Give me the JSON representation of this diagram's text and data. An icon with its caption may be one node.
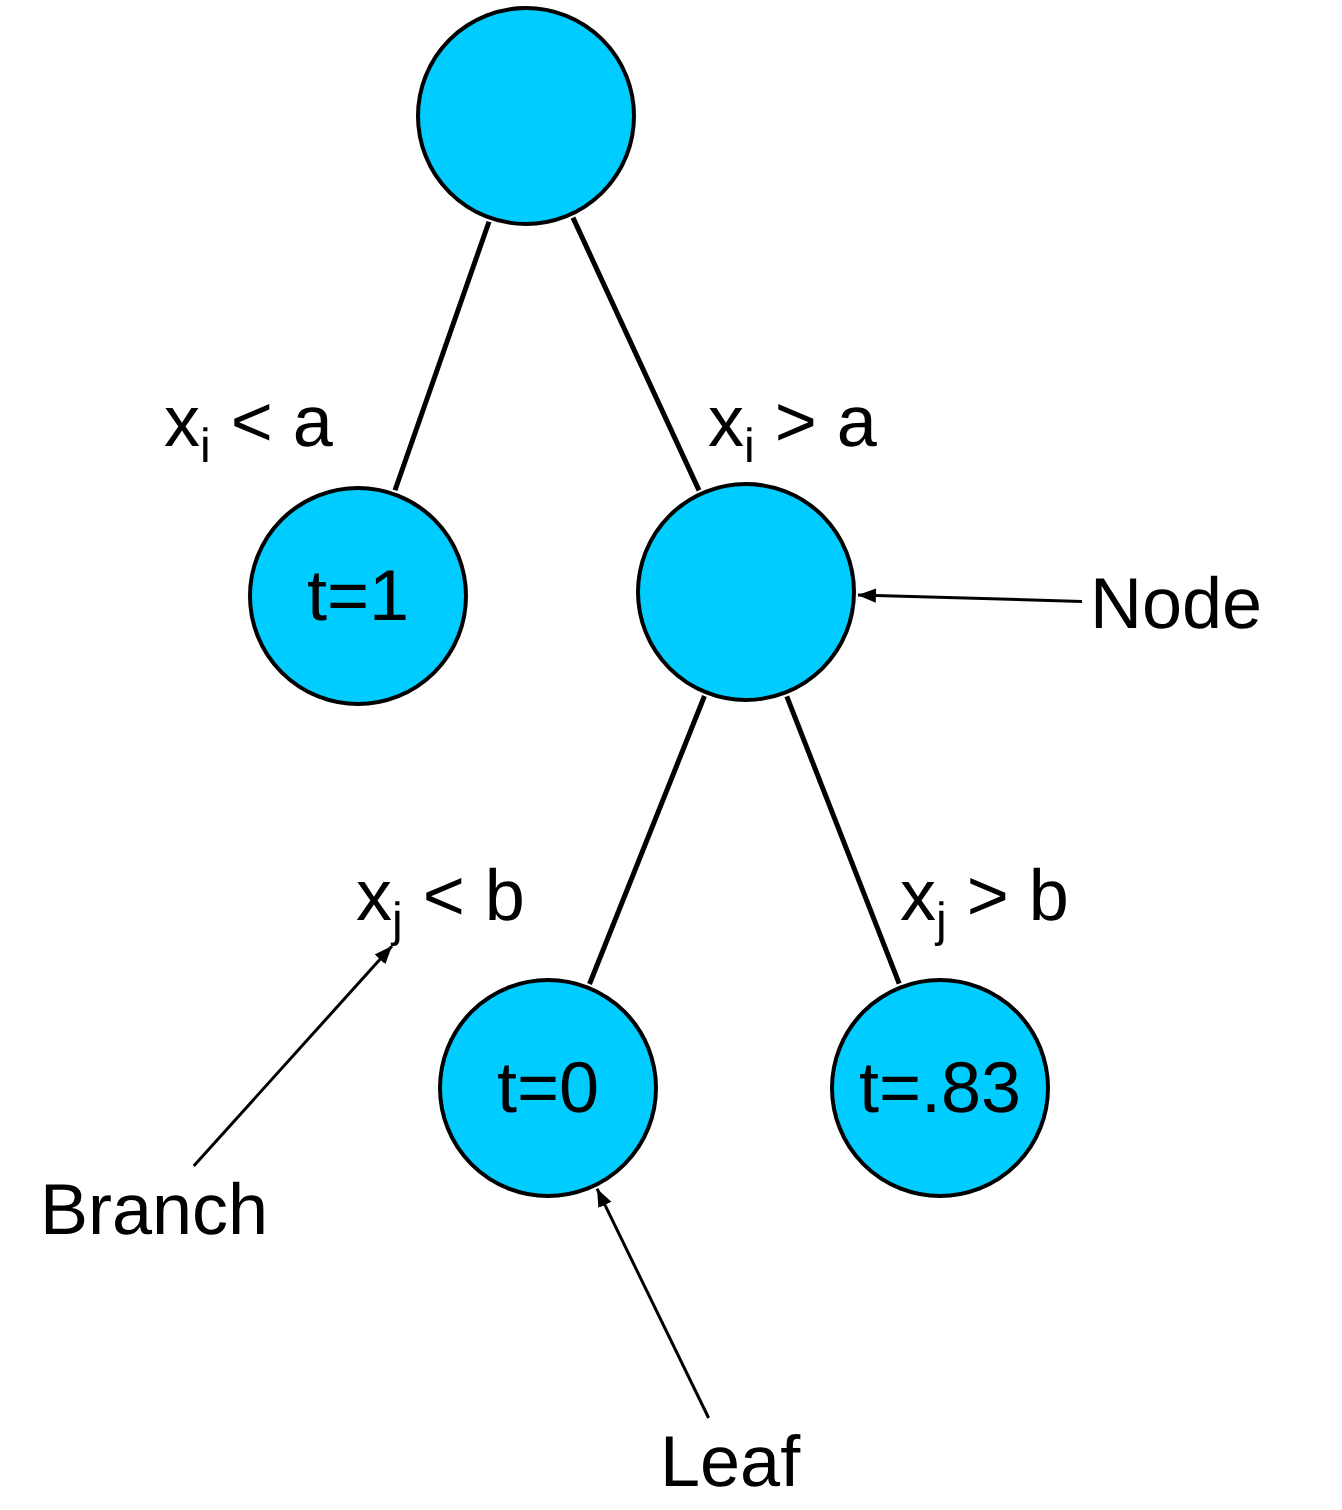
{
  "diagram": {
    "nodes": [
      {
        "text": [],
        "shape": "circle"
      },
      {
        "text": [
          "t=1"
        ]
      },
      {
        "text": [],
        "shape": "circle"
      },
      {
        "text": [
          "Node"
        ]
      },
      {
        "text": [
          "t=0"
        ]
      },
      {
        "text": [
          "t=.83"
        ]
      },
      {
        "text": [
          "Branch"
        ]
      },
      {
        "text": [
          "Leaf"
        ]
      }
    ],
    "edges": [
      {
        "from": 0,
        "to": 1,
        "arrow": "none",
        "label": "x$_{i}$ < a"
      },
      {
        "from": 0,
        "to": 2,
        "arrow": "none",
        "label": "x$_{i}$ > a"
      },
      {
        "from": 2,
        "to": 4,
        "arrow": "none",
        "label": "x$_{j}$ < b"
      },
      {
        "from": 2,
        "to": 5,
        "arrow": "none",
        "label": "x$_{j}$ > b"
      },
      {
        "from": 3,
        "to": 2,
        "arrow": "to"
      },
      {
        "from": 6,
        "to": null,
        "arrow": "to"
      },
      {
        "from": 7,
        "to": 4,
        "arrow": "to"
      }
    ]
  }
}
